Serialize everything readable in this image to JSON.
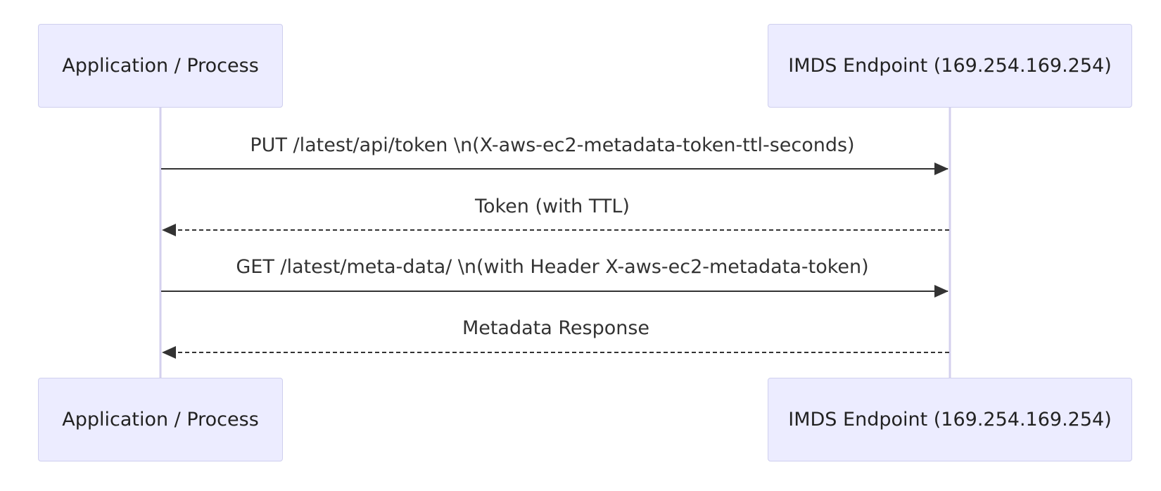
{
  "participants": {
    "app": "Application / Process",
    "imds": "IMDS Endpoint (169.254.169.254)"
  },
  "messages": [
    {
      "label": "PUT /latest/api/token \\n(X-aws-ec2-metadata-token-ttl-seconds)",
      "from": "app",
      "to": "imds",
      "style": "solid"
    },
    {
      "label": "Token (with TTL)",
      "from": "imds",
      "to": "app",
      "style": "dashed"
    },
    {
      "label": "GET /latest/meta-data/ \\n(with Header X-aws-ec2-metadata-token)",
      "from": "app",
      "to": "imds",
      "style": "solid"
    },
    {
      "label": "Metadata Response",
      "from": "imds",
      "to": "app",
      "style": "dashed"
    }
  ],
  "colors": {
    "actor_fill": "#ececff",
    "actor_border": "#cfcfee",
    "lifeline": "#d4d0ee",
    "arrow": "#333333"
  }
}
